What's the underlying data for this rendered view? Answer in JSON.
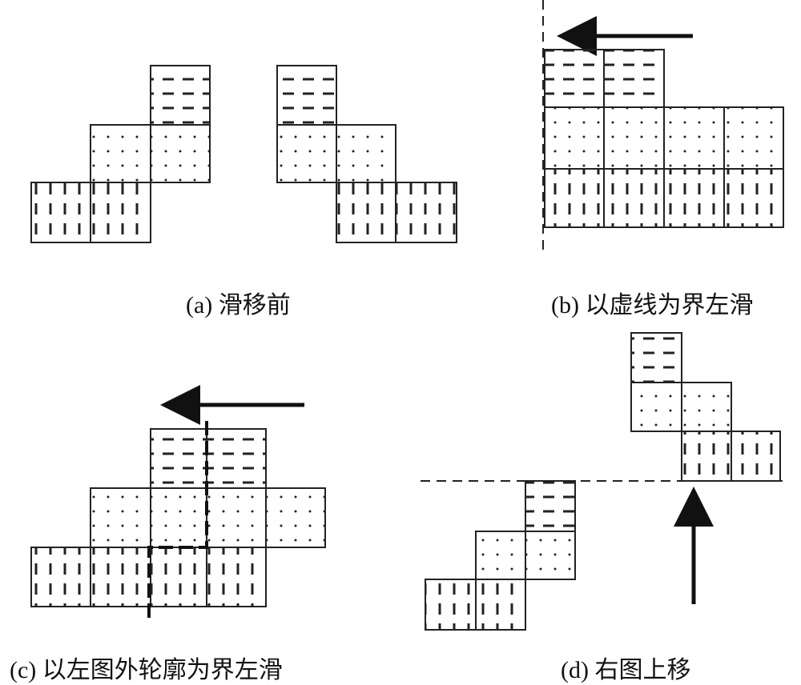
{
  "captions": {
    "a": "(a) 滑移前",
    "b": "(b) 以虚线为界左滑",
    "c": "(c) 以左图外轮廓为界左滑",
    "d": "(d) 右图上移"
  },
  "colors": {
    "stroke": "#222222",
    "fill": "#ffffff"
  },
  "legend_patterns": [
    "horizontal-dash",
    "dot",
    "vertical-dash"
  ]
}
